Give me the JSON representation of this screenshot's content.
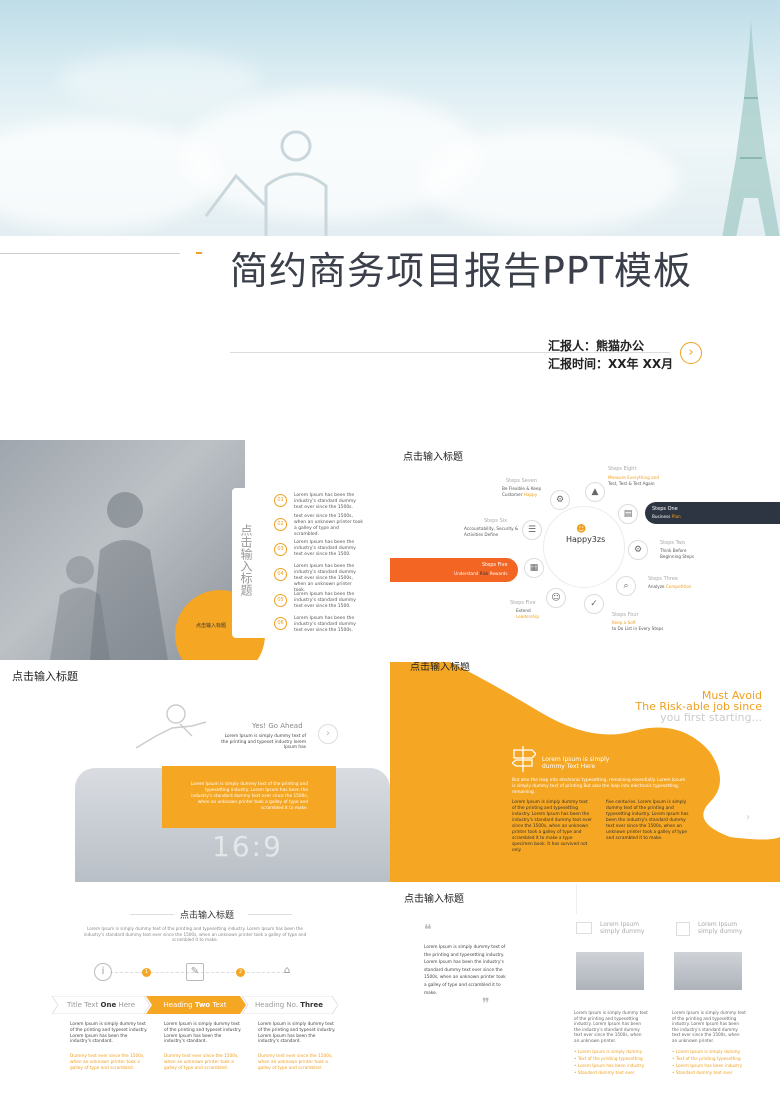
{
  "cover": {
    "title": "简约商务项目报告PPT模板",
    "reporter": "汇报人：熊猫办公",
    "time": "汇报时间：XX年 XX月",
    "arrow": "›"
  },
  "slide2": {
    "vertical_title": "点击输入标题",
    "caption": "点击输入标题",
    "items": [
      {
        "num": "01",
        "text": "Lorem Ipsum has been the industry's standard dummy text ever since the 1500s."
      },
      {
        "num": "02",
        "text": "text ever since the 1500s, when an unknown printer took a galley of type and scrambled."
      },
      {
        "num": "03",
        "text": "Lorem Ipsum has been the industry's standard dummy text ever since the 1500."
      },
      {
        "num": "04",
        "text": "Lorem Ipsum has been the industry's standard dummy text ever since the 1500s, when an unknown printer took."
      },
      {
        "num": "05",
        "text": "Lorem Ipsum has been the industry's standard dummy text ever since the 1500."
      },
      {
        "num": "06",
        "text": "Lorem Ipsum has been the industry's standard dummy text ever since the 1500s."
      }
    ]
  },
  "slide3": {
    "title": "点击输入标题",
    "brand": "Happy3zs",
    "steps": [
      {
        "label": "Steps Seven",
        "sub1": "Be Flexible & Keep",
        "sub2": "Customer ",
        "accent": "Happy"
      },
      {
        "label": "Steps Eight",
        "sub1": "Measure Everything and",
        "sub2": "Test, Test & Test Again",
        "accent": ""
      },
      {
        "label": "Steps Six",
        "sub1": "Accountability, Security &",
        "sub2": "Activities Define",
        "accent": ""
      },
      {
        "label": "Steps One",
        "sub1": "Business ",
        "sub2": "",
        "accent": "Plan"
      },
      {
        "label": "Steps Two",
        "sub1": "Think Before",
        "sub2": "Beginning Steps",
        "accent": ""
      },
      {
        "label": "Steps Five",
        "sub1": "Understand ",
        "sub2": "Rewards",
        "accent": "Risk"
      },
      {
        "label": "Steps Three",
        "sub1": "Analyze ",
        "sub2": "",
        "accent": "Competition"
      },
      {
        "label": "Steps Five",
        "sub1": "Extend",
        "sub2": "Leadership",
        "accent": ""
      },
      {
        "label": "Steps Four",
        "sub1": "Keep a Soft",
        "sub2": "to Do List in Every Steps",
        "accent": ""
      }
    ]
  },
  "slide4": {
    "title": "点击输入标题",
    "yes": "Yes! Go Ahead",
    "yes_sub": "Lorem Ipsum is simply dummy text of the printing and typeset industry lorem Ipsum has",
    "yellow_text": "Lorem Ipsum is simply dummy text of the printing and typesetting industry. Lorem Ipsum has been the industry's standard dummy text ever since the 1500s, when an unknown printer took a galley of type and scrambled it to make.",
    "big": "16:9",
    "arrow": "›"
  },
  "slide5": {
    "title": "点击输入标题",
    "must1": "Must Avoid",
    "must2": "The Risk-able job since",
    "must3": "you first starting...",
    "sign_title": "Lorem Ipsum is simply dummy Text Here",
    "intro": "But also the leap into electronic typesetting, remaining essentially. Lorem Ipsum is simply dummy text of printing But also the leap into electronic typesetting, remaining.",
    "col1": "Lorem Ipsum is simply dummy text of the printing and typesetting industry. Lorem Ipsum has been the industry's standard dummy text ever since the 1500s, when an unknown printer took a galley of type and scrambled it to make a type specimen book. It has survived not only",
    "col2": "five centuries. Lorem Ipsum is simply dummy text of the printing and typesetting industry. Lorem Ipsum has been the industry's standard dummy text ever since the 1500s, when an unknown printer took a galley of type and scrambled it to make."
  },
  "slide6": {
    "title": "点击输入标题",
    "sub": "Lorem Ipsum is simply dummy text of the printing and typesetting industry. Lorem Ipsum has been the industry's standard dummy text ever since the 1500s, when an unknown printer took a galley of type and scrambled it to make.",
    "tabs": [
      {
        "a": "Title Text ",
        "b": "One",
        "c": " Here"
      },
      {
        "a": "Heading ",
        "b": "Two",
        "c": " Text"
      },
      {
        "a": "Heading No. ",
        "b": "Three",
        "c": ""
      }
    ],
    "cols": [
      "Lorem Ipsum is simply dummy text of the printing and typeset industry. Lorem Ipsum has been the industry's standard.",
      "Lorem Ipsum is simply dummy text of the printing and typeset industry. Lorem Ipsum has been the industry's standard.",
      "Lorem Ipsum is simply dummy text of the printing and typeset industry. Lorem Ipsum has been the industry's standard."
    ],
    "cols2": [
      "Dummy text ever since the 1500s, when an unknown printer took a galley of type and scrambled.",
      "Dummy text ever since the 1500s, when an unknown printer took a galley of type and scrambled.",
      "Dummy text ever since the 1500s, when an unknown printer took a galley of type and scrambled."
    ],
    "dot1": "1",
    "dot2": "2"
  },
  "slide7": {
    "title": "点击输入标题",
    "body": "Lorem Ipsum is simply dummy text of the printing and typesetting industry. Lorem Ipsum has been the industry's standard dummy text ever since the 1500s, when an unknown printer took a galley of type and scrambled it to make.",
    "card1": "Lorem Ipsum\nsimply dummy",
    "card2": "Lorem Ipsum\nsimply dummy",
    "text1": "Lorem Ipsum is simply dummy text of the printing and typesetting industry. Lorem Ipsum has been the industry's standard dummy text ever since the 1500s, when an unknown printer.",
    "text2": "Lorem Ipsum is simply dummy text of the printing and typesetting industry. Lorem Ipsum has been the industry's standard dummy text ever since the 1500s, when an unknown printer.",
    "bullets1": [
      "Lorem Ipsum is simply dummy",
      "Text of the printing typesetting",
      "Lorem Ipsum has been industry",
      "Standard dummy text ever"
    ],
    "bullets2": [
      "Lorem Ipsum is simply dummy",
      "Text of the printing typesetting",
      "Lorem Ipsum has been industry",
      "Standard dummy text ever"
    ]
  }
}
